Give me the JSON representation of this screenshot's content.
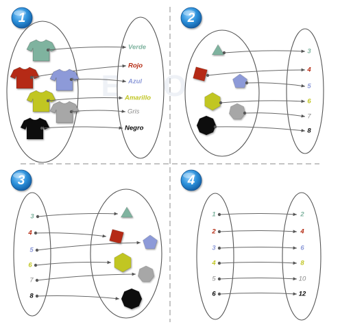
{
  "colors": {
    "green": "#7fb39f",
    "red": "#b52a12",
    "blue": "#8d9ad8",
    "yellow": "#c1c624",
    "gray": "#a7a7a7",
    "black": "#0b0b0b",
    "gray_text": "#8a8a8a",
    "badge": "#2b8fd9"
  },
  "panels": [
    {
      "badge": "1",
      "items": [
        {
          "icon": "green-shirt-icon",
          "color": "green",
          "label": "Verde"
        },
        {
          "icon": "red-shirt-icon",
          "color": "red",
          "label": "Rojo"
        },
        {
          "icon": "blue-shirt-icon",
          "color": "blue",
          "label": "Azul"
        },
        {
          "icon": "yellow-shirt-icon",
          "color": "yellow",
          "label": "Amarillo"
        },
        {
          "icon": "gray-shirt-icon",
          "color": "gray",
          "label": "Gris"
        },
        {
          "icon": "black-shirt-icon",
          "color": "black",
          "label": "Negro"
        }
      ]
    },
    {
      "badge": "2",
      "items": [
        {
          "shape": "triangle",
          "sides": 3,
          "color": "green",
          "label": "3"
        },
        {
          "shape": "square",
          "sides": 4,
          "color": "red",
          "label": "4"
        },
        {
          "shape": "pentagon",
          "sides": 5,
          "color": "blue",
          "label": "5"
        },
        {
          "shape": "hexagon",
          "sides": 6,
          "color": "yellow",
          "label": "6"
        },
        {
          "shape": "heptagon",
          "sides": 7,
          "color": "gray",
          "label": "7"
        },
        {
          "shape": "octagon",
          "sides": 8,
          "color": "black",
          "label": "8"
        }
      ]
    },
    {
      "badge": "3",
      "items": [
        {
          "label": "3",
          "color": "green",
          "shape": "triangle"
        },
        {
          "label": "4",
          "color": "red",
          "shape": "square"
        },
        {
          "label": "5",
          "color": "blue",
          "shape": "pentagon"
        },
        {
          "label": "6",
          "color": "yellow",
          "shape": "hexagon"
        },
        {
          "label": "7",
          "color": "gray",
          "shape": "heptagon"
        },
        {
          "label": "8",
          "color": "black",
          "shape": "octagon"
        }
      ]
    },
    {
      "badge": "4",
      "pairs": [
        {
          "input": "1",
          "output": "2",
          "color": "green"
        },
        {
          "input": "2",
          "output": "4",
          "color": "red"
        },
        {
          "input": "3",
          "output": "6",
          "color": "blue"
        },
        {
          "input": "4",
          "output": "8",
          "color": "yellow"
        },
        {
          "input": "5",
          "output": "10",
          "color": "gray"
        },
        {
          "input": "6",
          "output": "12",
          "color": "black"
        }
      ]
    }
  ],
  "watermark": "ESCOLAB"
}
